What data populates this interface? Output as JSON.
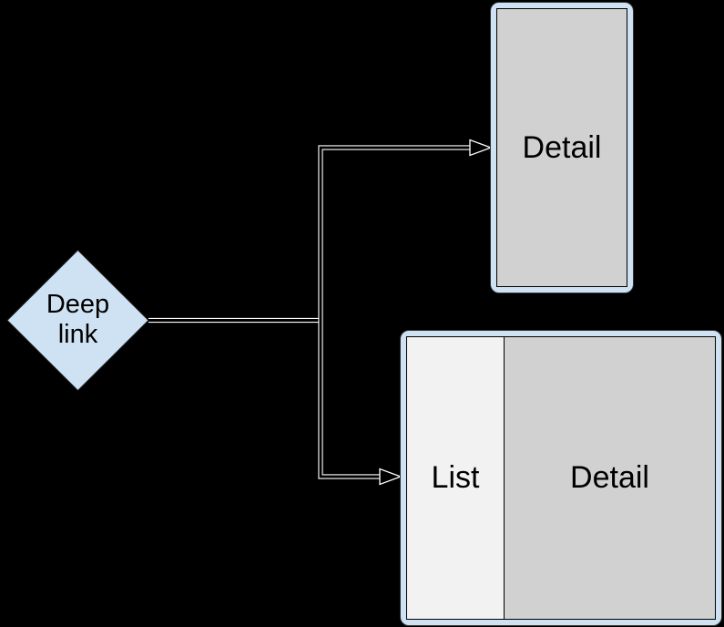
{
  "diagram": {
    "background_color": "#000000",
    "deep_link_node": {
      "label": "Deep link",
      "fill": "#cfe2f3",
      "stroke": "#202124"
    },
    "connectors": {
      "casing_color": "#ffffff",
      "core_color": "#000000",
      "targets": [
        "phone-detail",
        "tablet-list-detail"
      ]
    },
    "phone_mockup": {
      "screen_label": "Detail",
      "frame_fill": "#cfe2f3",
      "screen_fill": "#d1d1d1"
    },
    "tablet_mockup": {
      "list_label": "List",
      "detail_label": "Detail",
      "frame_fill": "#cfe2f3",
      "list_fill": "#f2f2f2",
      "detail_fill": "#d1d1d1"
    }
  }
}
